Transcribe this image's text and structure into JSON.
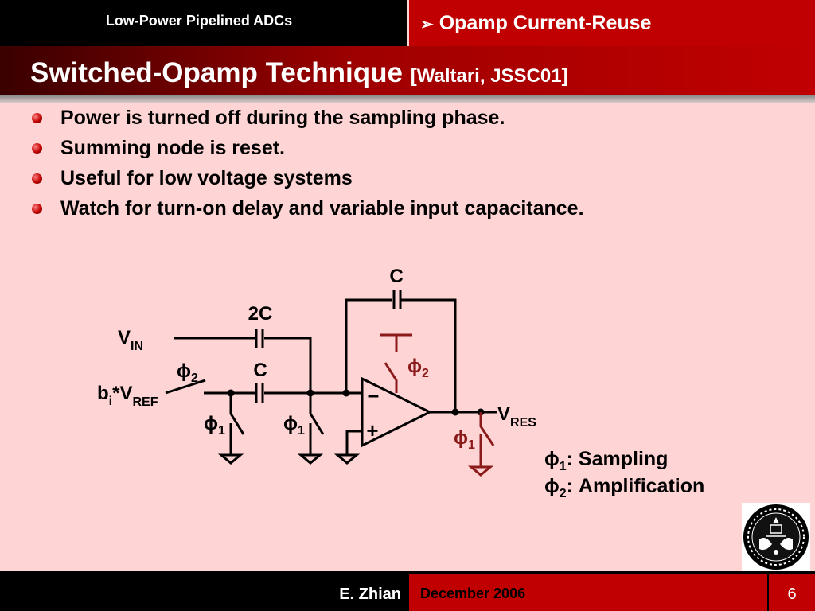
{
  "header": {
    "course": "Low-Power Pipelined ADCs",
    "section_arrow": "➢",
    "section": "Opamp Current-Reuse"
  },
  "title": {
    "main": "Switched-Opamp Technique ",
    "citation": "[Waltari, JSSC01]"
  },
  "bullets": [
    "Power is turned off during the sampling phase.",
    "Summing node is reset.",
    "Useful for low voltage systems",
    "Watch for turn-on delay and variable input capacitance."
  ],
  "circuit": {
    "cap_feedback": "C",
    "cap_input": "2C",
    "cap_ref": "C",
    "vin": {
      "base": "V",
      "sub": "IN"
    },
    "vref": {
      "pre": "b",
      "pre_sub": "i",
      "mid": "*V",
      "sub": "REF"
    },
    "vres": {
      "base": "V",
      "sub": "RES"
    },
    "phi": "ϕ",
    "phase1": "1",
    "phase2": "2",
    "opamp_minus": "–",
    "opamp_plus": "+",
    "legend_sampling": ": Sampling",
    "legend_amplification": ": Amplification"
  },
  "footer": {
    "author": "E. Zhian",
    "date": "December 2006",
    "page": "6"
  },
  "colors": {
    "accent_red": "#c00000",
    "dark_red_switch": "#8b1a1a",
    "background": "#ffd4d4"
  }
}
